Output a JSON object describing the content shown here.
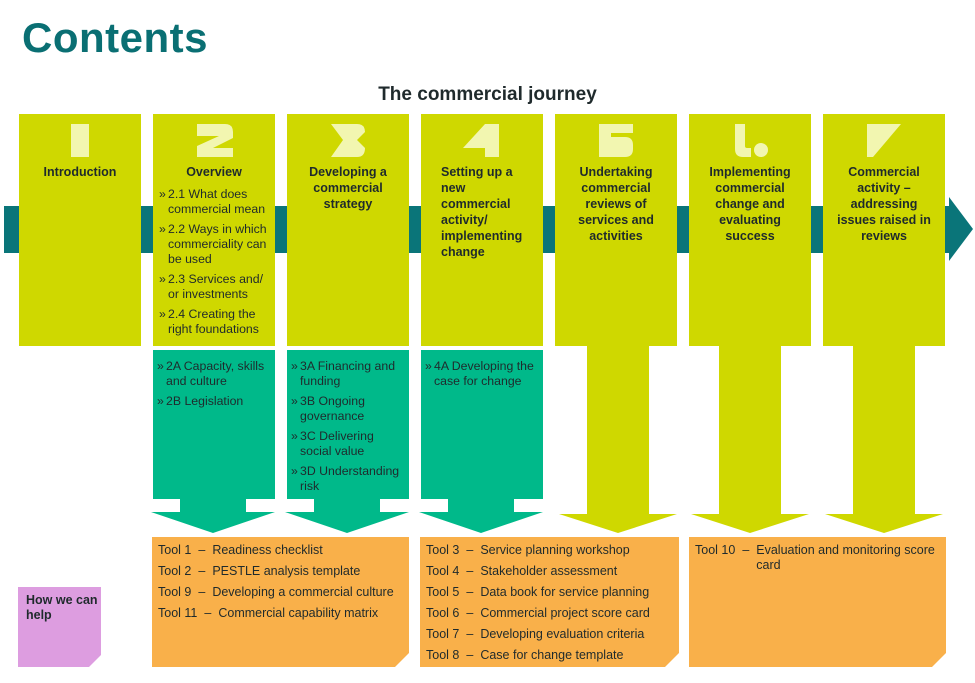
{
  "header": {
    "title": "Contents",
    "journey_title": "The commercial journey"
  },
  "colors": {
    "teal_title": "#0a6f73",
    "band": "#0a7579",
    "stage": "#cfd800",
    "stage_number": "#f2f6b0",
    "sub": "#00b98a",
    "tools": "#f9b04a",
    "help": "#dd9de0"
  },
  "stages": [
    {
      "number": "1",
      "title": "Introduction",
      "items": []
    },
    {
      "number": "2",
      "title": "Overview",
      "items": [
        "2.1 What does commercial mean",
        "2.2 Ways in which commerciality can be used",
        "2.3 Services and/ or investments",
        "2.4 Creating the right foundations"
      ]
    },
    {
      "number": "3",
      "title": "Developing a commercial strategy",
      "items": []
    },
    {
      "number": "4",
      "title": "Setting up a new commercial activity/ implementing change",
      "items": []
    },
    {
      "number": "5",
      "title": "Undertaking commercial reviews of services and activities",
      "items": []
    },
    {
      "number": "6",
      "title": "Implementing commercial change and evaluating success",
      "items": []
    },
    {
      "number": "7",
      "title": "Commercial activity – addressing issues raised in reviews",
      "items": []
    }
  ],
  "subsections": [
    {
      "items": [
        "2A Capacity, skills and culture",
        "2B Legislation"
      ]
    },
    {
      "items": [
        "3A Financing and funding",
        "3B Ongoing governance",
        "3C Delivering social value",
        "3D Understanding risk"
      ]
    },
    {
      "items": [
        "4A Developing the case for change"
      ]
    }
  ],
  "help_label": "How we can help",
  "tool_groups": [
    {
      "tools": [
        {
          "num": "Tool 1",
          "label": "Readiness checklist"
        },
        {
          "num": "Tool 2",
          "label": "PESTLE analysis template"
        },
        {
          "num": "Tool 9",
          "label": "Developing a commercial culture"
        },
        {
          "num": "Tool 11",
          "label": "Commercial capability matrix"
        }
      ]
    },
    {
      "tools": [
        {
          "num": "Tool 3",
          "label": "Service planning workshop"
        },
        {
          "num": "Tool 4",
          "label": "Stakeholder assessment"
        },
        {
          "num": "Tool 5",
          "label": "Data book for service planning"
        },
        {
          "num": "Tool 6",
          "label": "Commercial project score card"
        },
        {
          "num": "Tool 7",
          "label": "Developing evaluation criteria"
        },
        {
          "num": "Tool 8",
          "label": "Case for change template"
        }
      ]
    },
    {
      "tools": [
        {
          "num": "Tool 10",
          "label": "Evaluation and monitoring score card"
        }
      ]
    }
  ]
}
